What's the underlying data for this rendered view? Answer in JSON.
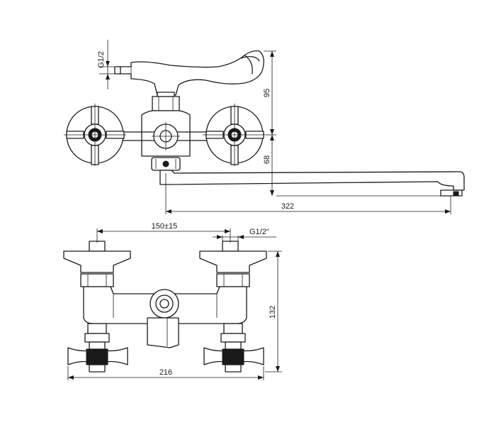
{
  "drawing": {
    "top_view": {
      "thread_label": "G1/2",
      "height_upper": "95",
      "height_lower": "68",
      "spout_length": "322"
    },
    "front_view": {
      "center_distance": "150±15",
      "thread_label": "G1/2\"",
      "height": "132",
      "width": "216"
    }
  }
}
